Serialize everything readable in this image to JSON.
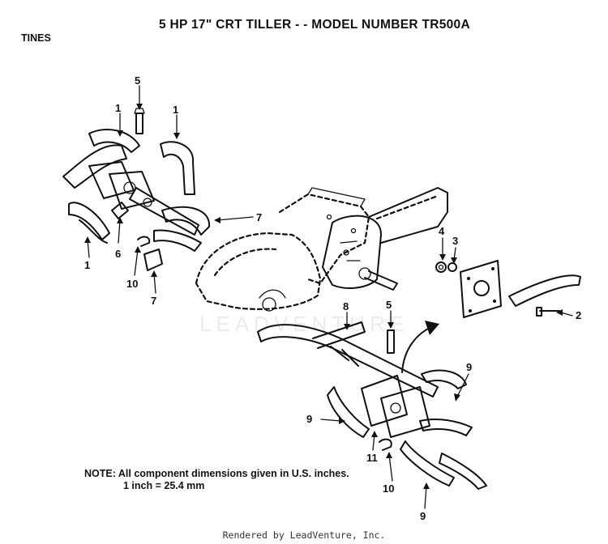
{
  "header": {
    "title": "5 HP  17\" CRT TILLER - - MODEL NUMBER TR500A",
    "section": "TINES"
  },
  "note": {
    "line1": "NOTE:  All component dimensions given in U.S. inches.",
    "line2": "1 inch = 25.4 mm"
  },
  "watermark": "LEADVENTURE",
  "footer": "Rendered by LeadVenture, Inc.",
  "callouts": [
    "5",
    "1",
    "1",
    "7",
    "6",
    "1",
    "10",
    "7",
    "4",
    "3",
    "2",
    "8",
    "5",
    "9",
    "9",
    "11",
    "10",
    "9"
  ]
}
